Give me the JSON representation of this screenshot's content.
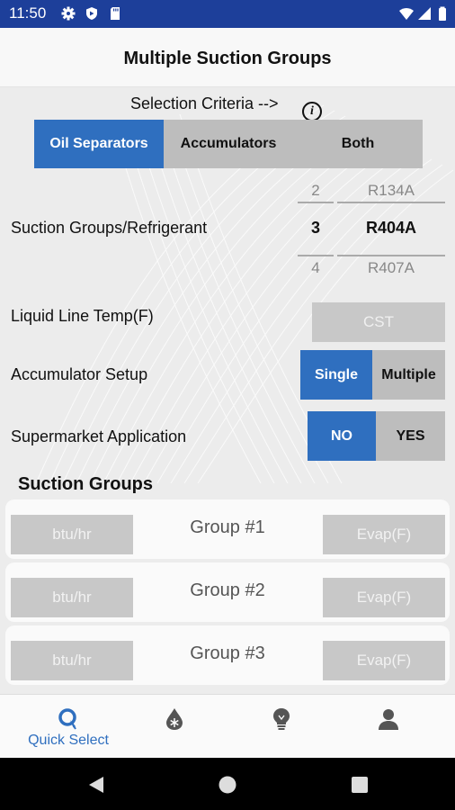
{
  "status_bar": {
    "time": "11:50",
    "icons": [
      "gear-icon",
      "shield-icon",
      "sd-card-icon",
      "wifi-icon",
      "signal-icon",
      "battery-icon"
    ]
  },
  "header": {
    "title": "Multiple Suction Groups"
  },
  "criteria": {
    "label": "Selection Criteria -->",
    "info": "i",
    "options": [
      {
        "label": "Oil Separators",
        "active": true
      },
      {
        "label": "Accumulators",
        "active": false
      },
      {
        "label": "Both",
        "active": false
      }
    ]
  },
  "suction_groups_refrigerant": {
    "label": "Suction Groups/Refrigerant",
    "groups": {
      "prev": "2",
      "selected": "3",
      "next": "4"
    },
    "refrigerant": {
      "prev": "R134A",
      "selected": "R404A",
      "next": "R407A"
    }
  },
  "liquid_line": {
    "label": "Liquid Line Temp(F)",
    "placeholder": "CST"
  },
  "accumulator_setup": {
    "label": "Accumulator Setup",
    "options": [
      {
        "label": "Single",
        "active": true
      },
      {
        "label": "Multiple",
        "active": false
      }
    ]
  },
  "supermarket": {
    "label": "Supermarket Application",
    "options": [
      {
        "label": "NO",
        "active": true
      },
      {
        "label": "YES",
        "active": false
      }
    ]
  },
  "suction_groups": {
    "title": "Suction Groups",
    "groups": [
      {
        "name": "Group #1",
        "load_placeholder": "btu/hr",
        "evap_placeholder": "Evap(F)"
      },
      {
        "name": "Group #2",
        "load_placeholder": "btu/hr",
        "evap_placeholder": "Evap(F)"
      },
      {
        "name": "Group #3",
        "load_placeholder": "btu/hr",
        "evap_placeholder": "Evap(F)"
      }
    ]
  },
  "bottom_nav": {
    "items": [
      {
        "label": "Quick Select",
        "icon": "quick-select-icon"
      },
      {
        "label": "",
        "icon": "refrigerant-drop-icon"
      },
      {
        "label": "",
        "icon": "lightbulb-icon"
      },
      {
        "label": "",
        "icon": "user-icon"
      }
    ]
  },
  "colors": {
    "accent": "#2f6fbf",
    "status_bar": "#1d3f9a",
    "inactive": "#bdbdbd"
  }
}
